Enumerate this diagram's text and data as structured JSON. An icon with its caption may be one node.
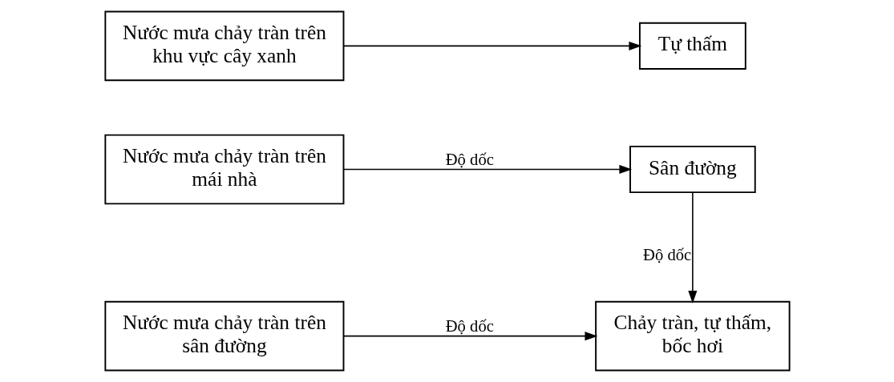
{
  "diagram": {
    "nodes": [
      {
        "text": [
          "Nước mưa chảy tràn trên mái nhà"
        ]
      },
      {
        "text": [
          "Sân đường"
        ]
      },
      {
        "text": [
          "Nước mưa chảy tràn trên sân đường"
        ]
      },
      {
        "text": [
          "Chảy tràn, tự thấm, bốc hơi"
        ]
      },
      {
        "text": [
          "Nước mưa chảy tràn trên khu vực cây xanh"
        ]
      },
      {
        "text": [
          "Tự thấm"
        ]
      }
    ],
    "edges": [
      {
        "from": 0,
        "to": 1,
        "arrow": "to",
        "label": "Độ dốc"
      },
      {
        "from": 1,
        "to": 3,
        "arrow": "to",
        "label": "Độ dốc"
      },
      {
        "from": 2,
        "to": 3,
        "arrow": "to",
        "label": "Độ dốc"
      },
      {
        "from": 4,
        "to": 5,
        "arrow": "to"
      }
    ]
  }
}
